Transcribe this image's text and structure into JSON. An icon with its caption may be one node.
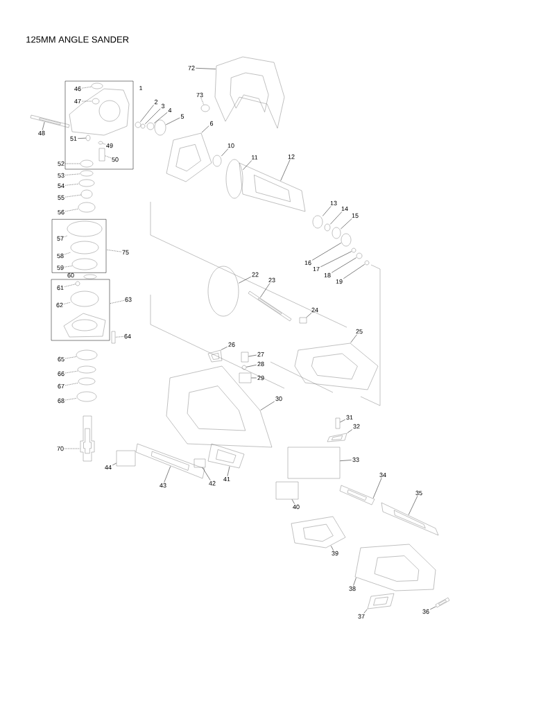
{
  "diagram": {
    "title": "125MM ANGLE SANDER",
    "nodes": [
      {
        "text": [
          "1"
        ]
      },
      {
        "text": [],
        "shape": "box"
      },
      {
        "text": [],
        "shape": "box"
      },
      {
        "text": [
          "46"
        ],
        "in": 0
      },
      {
        "text": [
          "47"
        ],
        "in": 0
      },
      {
        "text": [
          "48"
        ]
      },
      {
        "text": [
          "51"
        ],
        "in": 0
      },
      {
        "text": [
          "49"
        ],
        "in": 0
      },
      {
        "text": [
          "50"
        ],
        "in": 0
      },
      {
        "text": [
          "52"
        ]
      },
      {
        "text": [
          "53"
        ]
      },
      {
        "text": [
          "54"
        ]
      },
      {
        "text": [
          "55"
        ]
      },
      {
        "text": [
          "56"
        ]
      },
      {
        "text": [
          "57"
        ],
        "in": 1
      },
      {
        "text": [
          "58"
        ],
        "in": 1
      },
      {
        "text": [
          "59"
        ],
        "in": 1
      },
      {
        "text": [
          "75"
        ]
      },
      {
        "text": [
          "61"
        ],
        "in": 2
      },
      {
        "text": [
          "62"
        ],
        "in": 2
      },
      {
        "text": [
          "63"
        ]
      },
      {
        "text": [
          "64"
        ]
      },
      {
        "text": [
          "65"
        ]
      },
      {
        "text": [
          "66"
        ]
      },
      {
        "text": [
          "67"
        ]
      },
      {
        "text": [
          "68"
        ]
      },
      {
        "text": [
          "70"
        ]
      },
      {
        "text": [
          "44"
        ]
      },
      {
        "text": [
          "43"
        ]
      },
      {
        "text": [
          "42"
        ]
      },
      {
        "text": [
          "41"
        ]
      },
      {
        "text": [
          "40"
        ]
      },
      {
        "text": [
          "39"
        ]
      },
      {
        "text": [
          "38"
        ]
      },
      {
        "text": [
          "37"
        ]
      },
      {
        "text": [
          "36"
        ]
      },
      {
        "text": [
          "35"
        ]
      },
      {
        "text": [
          "34"
        ]
      },
      {
        "text": [
          "33"
        ]
      },
      {
        "text": [
          "32"
        ]
      },
      {
        "text": [
          "31"
        ]
      },
      {
        "text": [
          "30"
        ]
      },
      {
        "text": [
          "29"
        ]
      },
      {
        "text": [
          "28"
        ]
      },
      {
        "text": [
          "27"
        ]
      },
      {
        "text": [
          "26"
        ]
      },
      {
        "text": [
          "25"
        ]
      },
      {
        "text": [
          "24"
        ]
      },
      {
        "text": [
          "23"
        ]
      },
      {
        "text": [
          "22"
        ]
      },
      {
        "text": [
          "19"
        ]
      },
      {
        "text": [
          "18"
        ]
      },
      {
        "text": [
          "17"
        ]
      },
      {
        "text": [
          "16"
        ]
      },
      {
        "text": [
          "15"
        ]
      },
      {
        "text": [
          "14"
        ]
      },
      {
        "text": [
          "13"
        ]
      },
      {
        "text": [
          "12"
        ]
      },
      {
        "text": [
          "11"
        ]
      },
      {
        "text": [
          "10"
        ]
      },
      {
        "text": [
          "6"
        ]
      },
      {
        "text": [
          "5"
        ]
      },
      {
        "text": [
          "4"
        ]
      },
      {
        "text": [
          "3"
        ]
      },
      {
        "text": [
          "2"
        ]
      },
      {
        "text": [
          "72"
        ]
      },
      {
        "text": [
          "73"
        ]
      },
      {
        "text": [],
        "shape": "circle",
        "in": 0
      },
      {
        "text": [],
        "shape": "circle",
        "in": 0
      },
      {
        "text": [],
        "shape": "picture"
      },
      {
        "text": [],
        "shape": "circle",
        "in": 0
      },
      {
        "text": [],
        "shape": "circle",
        "in": 0
      },
      {
        "text": [],
        "shape": "box",
        "in": 0
      },
      {
        "text": [],
        "shape": "circle",
        "in": 0
      },
      {
        "text": [],
        "shape": "circle"
      },
      {
        "text": [],
        "shape": "circle"
      },
      {
        "text": [],
        "shape": "circle"
      },
      {
        "text": [],
        "shape": "circle"
      },
      {
        "text": [],
        "shape": "circle",
        "in": 1
      },
      {
        "text": [],
        "shape": "circle",
        "in": 1
      },
      {
        "text": [],
        "shape": "circle",
        "in": 1
      },
      {
        "text": [],
        "shape": "circle",
        "in": 2
      },
      {
        "text": [],
        "shape": "circle",
        "in": 2
      },
      {
        "text": [],
        "shape": "box"
      },
      {
        "text": [],
        "shape": "circle"
      },
      {
        "text": [],
        "shape": "circle"
      },
      {
        "text": [],
        "shape": "circle"
      },
      {
        "text": [],
        "shape": "circle"
      },
      {
        "text": [],
        "shape": "picture"
      },
      {
        "text": [],
        "shape": "box"
      },
      {
        "text": [],
        "shape": "picture"
      },
      {
        "text": [],
        "shape": "box"
      },
      {
        "text": [],
        "shape": "picture"
      },
      {
        "text": [],
        "shape": "box"
      },
      {
        "text": [],
        "shape": "picture"
      },
      {
        "text": [],
        "shape": "picture"
      },
      {
        "text": [],
        "shape": "picture"
      },
      {
        "text": [],
        "shape": "picture"
      },
      {
        "text": [],
        "shape": "picture"
      },
      {
        "text": [],
        "shape": "picture"
      },
      {
        "text": [],
        "shape": "box"
      },
      {
        "text": [],
        "shape": "picture"
      },
      {
        "text": [],
        "shape": "box"
      },
      {
        "text": [],
        "shape": "picture"
      },
      {
        "text": [],
        "shape": "box"
      },
      {
        "text": [],
        "shape": "circle"
      },
      {
        "text": [],
        "shape": "box"
      },
      {
        "text": [],
        "shape": "picture"
      },
      {
        "text": [],
        "shape": "picture"
      },
      {
        "text": [],
        "shape": "box"
      },
      {
        "text": [],
        "shape": "picture"
      },
      {
        "text": [],
        "shape": "circle"
      },
      {
        "text": [],
        "shape": "circle"
      },
      {
        "text": [],
        "shape": "circle"
      },
      {
        "text": [],
        "shape": "circle"
      },
      {
        "text": [],
        "shape": "circle"
      },
      {
        "text": [],
        "shape": "circle"
      },
      {
        "text": [],
        "shape": "circle"
      },
      {
        "text": [],
        "shape": "circle"
      },
      {
        "text": [],
        "shape": "picture"
      },
      {
        "text": [],
        "shape": "circle"
      },
      {
        "text": [],
        "shape": "circle"
      },
      {
        "text": [],
        "shape": "picture"
      },
      {
        "text": [],
        "shape": "circle"
      },
      {
        "text": [],
        "shape": "circle"
      },
      {
        "text": [],
        "shape": "circle"
      },
      {
        "text": [],
        "shape": "circle"
      },
      {
        "text": [],
        "shape": "picture"
      },
      {
        "text": [],
        "shape": "circle"
      }
    ],
    "edges": [
      {
        "from": 3,
        "to": 67,
        "arrow": "none",
        "style": "dashed"
      },
      {
        "from": 4,
        "to": 68,
        "arrow": "none",
        "style": "dashed"
      },
      {
        "from": 5,
        "to": 69,
        "arrow": "none"
      },
      {
        "from": 6,
        "to": 70,
        "arrow": "none"
      },
      {
        "from": 7,
        "to": 71,
        "arrow": "none",
        "style": "dashed"
      },
      {
        "from": 8,
        "to": 72,
        "arrow": "none",
        "style": "dashed"
      },
      {
        "from": 9,
        "to": 73,
        "arrow": "none",
        "style": "dashed"
      },
      {
        "from": 10,
        "to": 74,
        "arrow": "none",
        "style": "dashed"
      },
      {
        "from": 11,
        "to": 75,
        "arrow": "none",
        "style": "dashed"
      },
      {
        "from": 12,
        "to": 76,
        "arrow": "none",
        "style": "dashed"
      },
      {
        "from": 13,
        "to": 77,
        "arrow": "none",
        "style": "dashed"
      },
      {
        "from": 14,
        "to": 78,
        "arrow": "none",
        "style": "dashed"
      },
      {
        "from": 15,
        "to": 79,
        "arrow": "none",
        "style": "dashed"
      },
      {
        "from": 16,
        "to": 80,
        "arrow": "none",
        "style": "dashed"
      },
      {
        "from": 17,
        "to": 1,
        "arrow": "none",
        "style": "dashed"
      },
      {
        "from": 18,
        "to": 81,
        "arrow": "none",
        "style": "dashed"
      },
      {
        "from": 19,
        "to": 82,
        "arrow": "none",
        "style": "dashed"
      },
      {
        "from": 20,
        "to": 2,
        "arrow": "none",
        "style": "dashed"
      },
      {
        "from": 21,
        "to": 83,
        "arrow": "none",
        "style": "dashed"
      },
      {
        "from": 22,
        "to": 84,
        "arrow": "none",
        "style": "dashed"
      },
      {
        "from": 23,
        "to": 85,
        "arrow": "none",
        "style": "dashed"
      },
      {
        "from": 24,
        "to": 86,
        "arrow": "none",
        "style": "dashed"
      },
      {
        "from": 25,
        "to": 87,
        "arrow": "none",
        "style": "dashed"
      },
      {
        "from": 26,
        "to": 88,
        "arrow": "none",
        "style": "dashed"
      },
      {
        "from": 27,
        "to": 89,
        "arrow": "none"
      },
      {
        "from": 28,
        "to": 90,
        "arrow": "none"
      },
      {
        "from": 29,
        "to": 91,
        "arrow": "none"
      },
      {
        "from": 30,
        "to": 92,
        "arrow": "none"
      },
      {
        "from": 31,
        "to": 93,
        "arrow": "none"
      },
      {
        "from": 32,
        "to": 94,
        "arrow": "none"
      },
      {
        "from": 33,
        "to": 95,
        "arrow": "none"
      },
      {
        "from": 34,
        "to": 96,
        "arrow": "none"
      },
      {
        "from": 35,
        "to": 97,
        "arrow": "none"
      },
      {
        "from": 36,
        "to": 98,
        "arrow": "none"
      },
      {
        "from": 37,
        "to": 99,
        "arrow": "none"
      },
      {
        "from": 38,
        "to": 100,
        "arrow": "none"
      },
      {
        "from": 39,
        "to": 101,
        "arrow": "none"
      },
      {
        "from": 40,
        "to": 102,
        "arrow": "none"
      },
      {
        "from": 41,
        "to": 103,
        "arrow": "none"
      },
      {
        "from": 42,
        "to": 104,
        "arrow": "none"
      },
      {
        "from": 43,
        "to": 105,
        "arrow": "none"
      },
      {
        "from": 44,
        "to": 106,
        "arrow": "none"
      },
      {
        "from": 45,
        "to": 107,
        "arrow": "none"
      },
      {
        "from": 46,
        "to": 108,
        "arrow": "none"
      },
      {
        "from": 47,
        "to": 109,
        "arrow": "none"
      },
      {
        "from": 48,
        "to": 110,
        "arrow": "none"
      },
      {
        "from": 49,
        "to": 111,
        "arrow": "none"
      },
      {
        "from": 50,
        "to": 112,
        "arrow": "none"
      },
      {
        "from": 51,
        "to": 113,
        "arrow": "none"
      },
      {
        "from": 52,
        "to": 114,
        "arrow": "none"
      },
      {
        "from": 53,
        "to": 115,
        "arrow": "none"
      },
      {
        "from": 54,
        "to": 116,
        "arrow": "none"
      },
      {
        "from": 55,
        "to": 117,
        "arrow": "none"
      },
      {
        "from": 56,
        "to": 118,
        "arrow": "none"
      },
      {
        "from": 57,
        "to": 119,
        "arrow": "none"
      },
      {
        "from": 58,
        "to": 120,
        "arrow": "none"
      },
      {
        "from": 59,
        "to": 121,
        "arrow": "none"
      },
      {
        "from": 60,
        "to": 122,
        "arrow": "none"
      },
      {
        "from": 61,
        "to": 123,
        "arrow": "none"
      },
      {
        "from": 62,
        "to": 124,
        "arrow": "none"
      },
      {
        "from": 63,
        "to": 125,
        "arrow": "none"
      },
      {
        "from": 64,
        "to": 126,
        "arrow": "none"
      },
      {
        "from": 65,
        "to": 127,
        "arrow": "none"
      },
      {
        "from": 66,
        "to": 128,
        "arrow": "none",
        "style": "dashed"
      }
    ],
    "labels": [
      "60"
    ]
  }
}
